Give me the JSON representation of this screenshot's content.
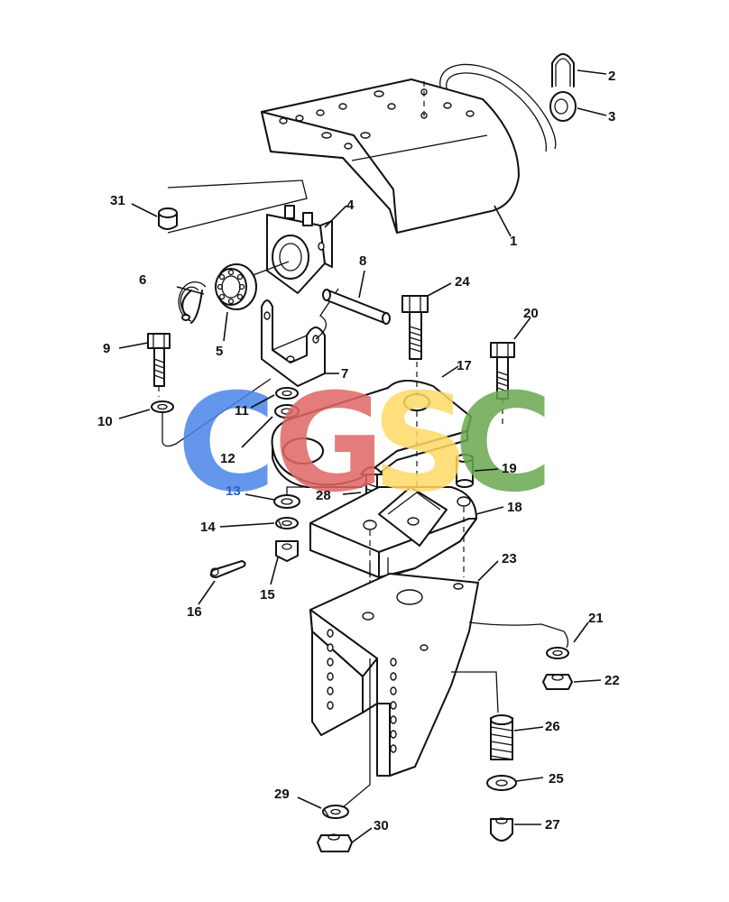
{
  "diagram": {
    "callouts": [
      "1",
      "2",
      "3",
      "4",
      "5",
      "6",
      "7",
      "8",
      "9",
      "10",
      "11",
      "12",
      "13",
      "14",
      "15",
      "16",
      "17",
      "18",
      "19",
      "20",
      "21",
      "22",
      "23",
      "24",
      "25",
      "26",
      "27",
      "28",
      "29",
      "30",
      "31"
    ]
  },
  "watermark": {
    "letters": [
      "C",
      "G",
      "S",
      "C"
    ],
    "colors": [
      "#4a86e8",
      "#e06666",
      "#ffd966",
      "#6aa84f"
    ]
  }
}
